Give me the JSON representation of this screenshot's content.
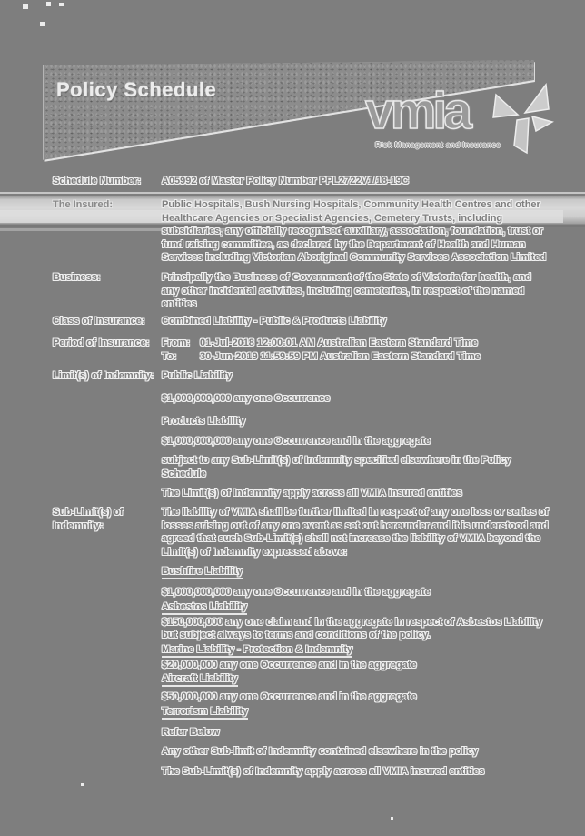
{
  "page": {
    "title": "Policy Schedule",
    "logo": {
      "brand": "vmia",
      "tagline": "Risk Management and Insurance"
    },
    "fields": {
      "schedule_number": {
        "label": "Schedule Number:",
        "value": "A05992 of Master Policy Number PPL2722V1/18-19C"
      },
      "insured": {
        "label": "The Insured:",
        "value": "Public Hospitals, Bush Nursing Hospitals, Community Health Centres and other Healthcare Agencies or Specialist Agencies, Cemetery Trusts, including subsidiaries, any officially recognised auxiliary, association, foundation, trust or fund raising committee, as declared by the Department of Health and Human Services including Victorian Aboriginal Community Services Association Limited"
      },
      "business": {
        "label": "Business:",
        "value": "Principally the Business of Government of the State of Victoria for health, and any other incidental activities, including cemeteries, in respect of the named entities"
      },
      "class_of_insurance": {
        "label": "Class of Insurance:",
        "value": "Combined Liability - Public & Products Liability"
      },
      "period_of_insurance": {
        "label": "Period of Insurance:",
        "from_label": "From:",
        "from_value": "01-Jul-2018 12:00:01 AM  Australian Eastern Standard Time",
        "to_label": "To:",
        "to_value": "30-Jun-2019 11:59:59 PM  Australian Eastern Standard Time"
      },
      "limits_of_indemnity": {
        "label": "Limit(s) of Indemnity:",
        "lines": [
          "Public Liability",
          "$1,000,000,000 any one Occurrence",
          "Products Liability",
          "$1,000,000,000 any one Occurrence and in the aggregate",
          "subject to any Sub-Limit(s) of Indemnity specified elsewhere in the Policy Schedule",
          "The Limit(s) of Indemnity apply across all VMIA insured entities"
        ]
      },
      "sub_limits_of_indemnity": {
        "label": "Sub-Limit(s) of Indemnity:",
        "intro": "The liability of VMIA shall be further limited in respect of any one loss or series of losses arising out of any one event as set out hereunder and it is understood and agreed that such Sub-Limit(s) shall not increase the liability of VMIA beyond the Limit(s) of Indemnity expressed above:",
        "items": [
          {
            "heading": "Bushfire Liability",
            "amount": "$1,000,000,000 any one Occurrence and in the aggregate"
          },
          {
            "heading": "Asbestos Liability",
            "amount": "$150,000,000 any one claim and in the aggregate in respect of Asbestos Liability but subject always to terms and conditions of the policy."
          },
          {
            "heading": "Marine Liability - Protection & Indemnity",
            "amount": "$20,000,000 any one Occurrence and in the aggregate"
          },
          {
            "heading": "Aircraft Liability",
            "amount": "$50,000,000 any one Occurrence and in the aggregate"
          },
          {
            "heading": "Terrorism Liability",
            "amount": "Refer Below"
          }
        ],
        "notes": [
          "Any other Sub-limit of Indemnity contained elsewhere in the policy",
          "The Sub-Limit(s) of Indemnity apply across all VMIA insured entities"
        ]
      }
    },
    "colors": {
      "page_background": "#7e7e7e",
      "banner_background": "#8c8c8c",
      "text_outline": "#efefef",
      "band_highlight": "#d8d8d8"
    }
  }
}
